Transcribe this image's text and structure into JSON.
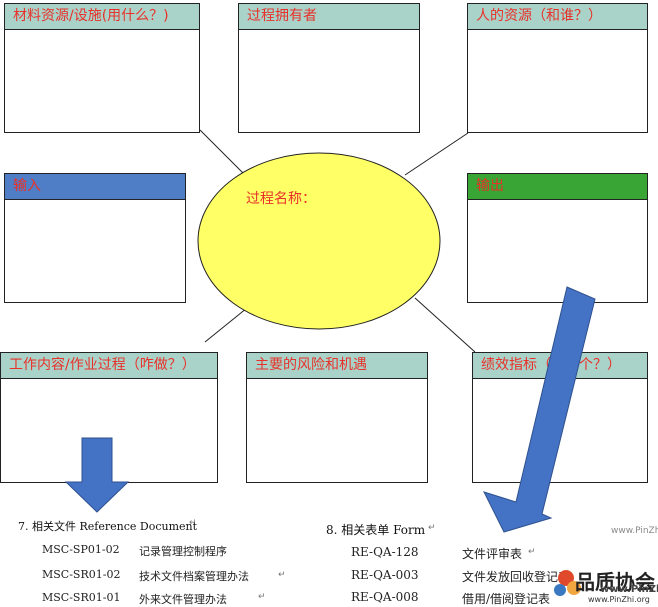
{
  "boxes": {
    "materials": "材料资源/设施(用什么？)",
    "owner": "过程拥有者",
    "people": "人的资源（和谁？）",
    "input": "输入",
    "output": "输出",
    "work": "工作内容/作业过程（咋做？）",
    "risks": "主要的风险和机遇",
    "kpi": "绩效指标（多少个？）"
  },
  "center": {
    "label": "过程名称："
  },
  "reference": {
    "title": "7. 相关文件 Reference Document",
    "rows": [
      {
        "code": "MSC-SP01-02",
        "name": "记录管理控制程序"
      },
      {
        "code": "MSC-SR01-02",
        "name": "技术文件档案管理办法"
      },
      {
        "code": "MSC-SR01-01",
        "name": "外来文件管理办法"
      }
    ]
  },
  "forms": {
    "title": "8. 相关表单 Form",
    "rows": [
      {
        "code": "RE-QA-128",
        "name": "文件评审表"
      },
      {
        "code": "RE-QA-003",
        "name": "文件发放回收登记表"
      },
      {
        "code": "RE-QA-008",
        "name": "借用/借阅登记表"
      }
    ]
  },
  "watermark": {
    "brand": "品质协会",
    "site": "www.PinZhi.org",
    "site_small": "www.PinZhi.org",
    "site_tiny": "www.PinZhi.org"
  },
  "colors": {
    "header_teal": "#a9d3c9",
    "header_blue": "#4f7ec6",
    "header_green": "#38a534",
    "ellipse_fill": "#ffff66",
    "arrow_fill": "#4472c4",
    "title_red": "#e8312a"
  }
}
